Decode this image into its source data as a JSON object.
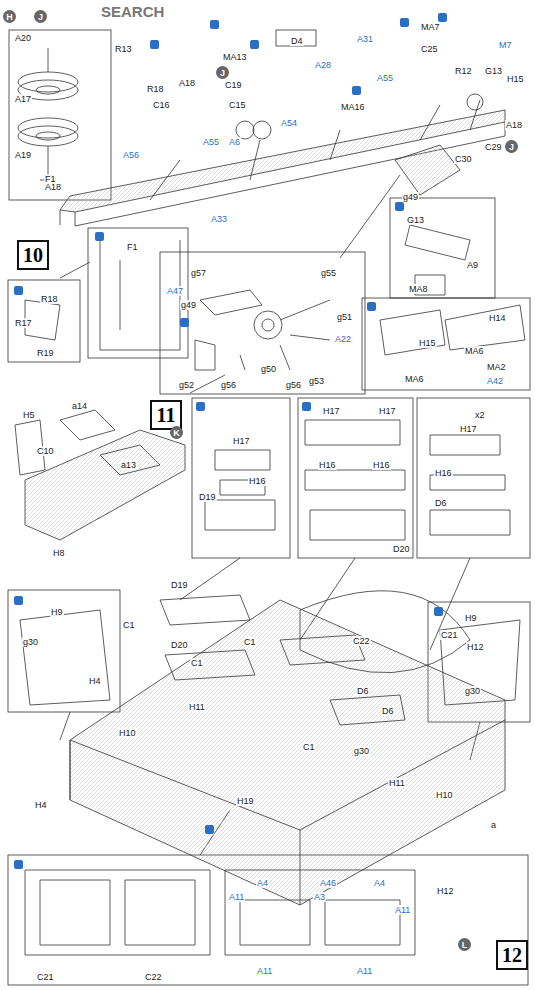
{
  "diagram": {
    "nodes": [
      {
        "text": [
          "10"
        ]
      },
      {
        "text": [
          "11"
        ]
      },
      {
        "text": [
          "12"
        ]
      },
      {
        "text": [
          "H"
        ]
      },
      {
        "text": [
          "J"
        ]
      },
      {
        "text": [
          "J"
        ]
      },
      {
        "text": [
          "J"
        ]
      },
      {
        "text": [
          "K"
        ]
      },
      {
        "text": [
          "L"
        ]
      }
    ],
    "labels": [
      "SEARCH",
      "A20",
      "R13",
      "MA13",
      "D4",
      "A31",
      "MA7",
      "C25",
      "M7",
      "A17",
      "R18",
      "A18",
      "C19",
      "A28",
      "MA16",
      "A55",
      "R12",
      "G13",
      "H15",
      "C16",
      "C15",
      "A55",
      "A6",
      "A54",
      "A18",
      "A19",
      "A18",
      "A56",
      "C29",
      "C30",
      "g49",
      "F1",
      "A33",
      "G13",
      "A9",
      "MA8",
      "F1",
      "g57",
      "g55",
      "A47",
      "g49",
      "g51",
      "A22",
      "g50",
      "g52",
      "g56",
      "g56",
      "g53",
      "R18",
      "R17",
      "R19",
      "H14",
      "H15",
      "MA6",
      "MA6",
      "MA2",
      "A42",
      "H5",
      "a14",
      "C10",
      "a13",
      "H8",
      "H17",
      "H16",
      "D19",
      "H17",
      "H17",
      "H16",
      "H16",
      "D20",
      "H17",
      "H16",
      "D6",
      "x2",
      "D19",
      "C22",
      "C21",
      "C1",
      "D20",
      "C1",
      "C1",
      "D6",
      "H11",
      "D6",
      "H10",
      "g30",
      "C1",
      "H11",
      "H10",
      "H9",
      "g30",
      "H4",
      "H9",
      "H12",
      "g30",
      "H4",
      "H19",
      "H12",
      "a",
      "C21",
      "C22",
      "A11",
      "A4",
      "A46",
      "A4",
      "A3",
      "A11",
      "A11",
      "A11"
    ]
  }
}
